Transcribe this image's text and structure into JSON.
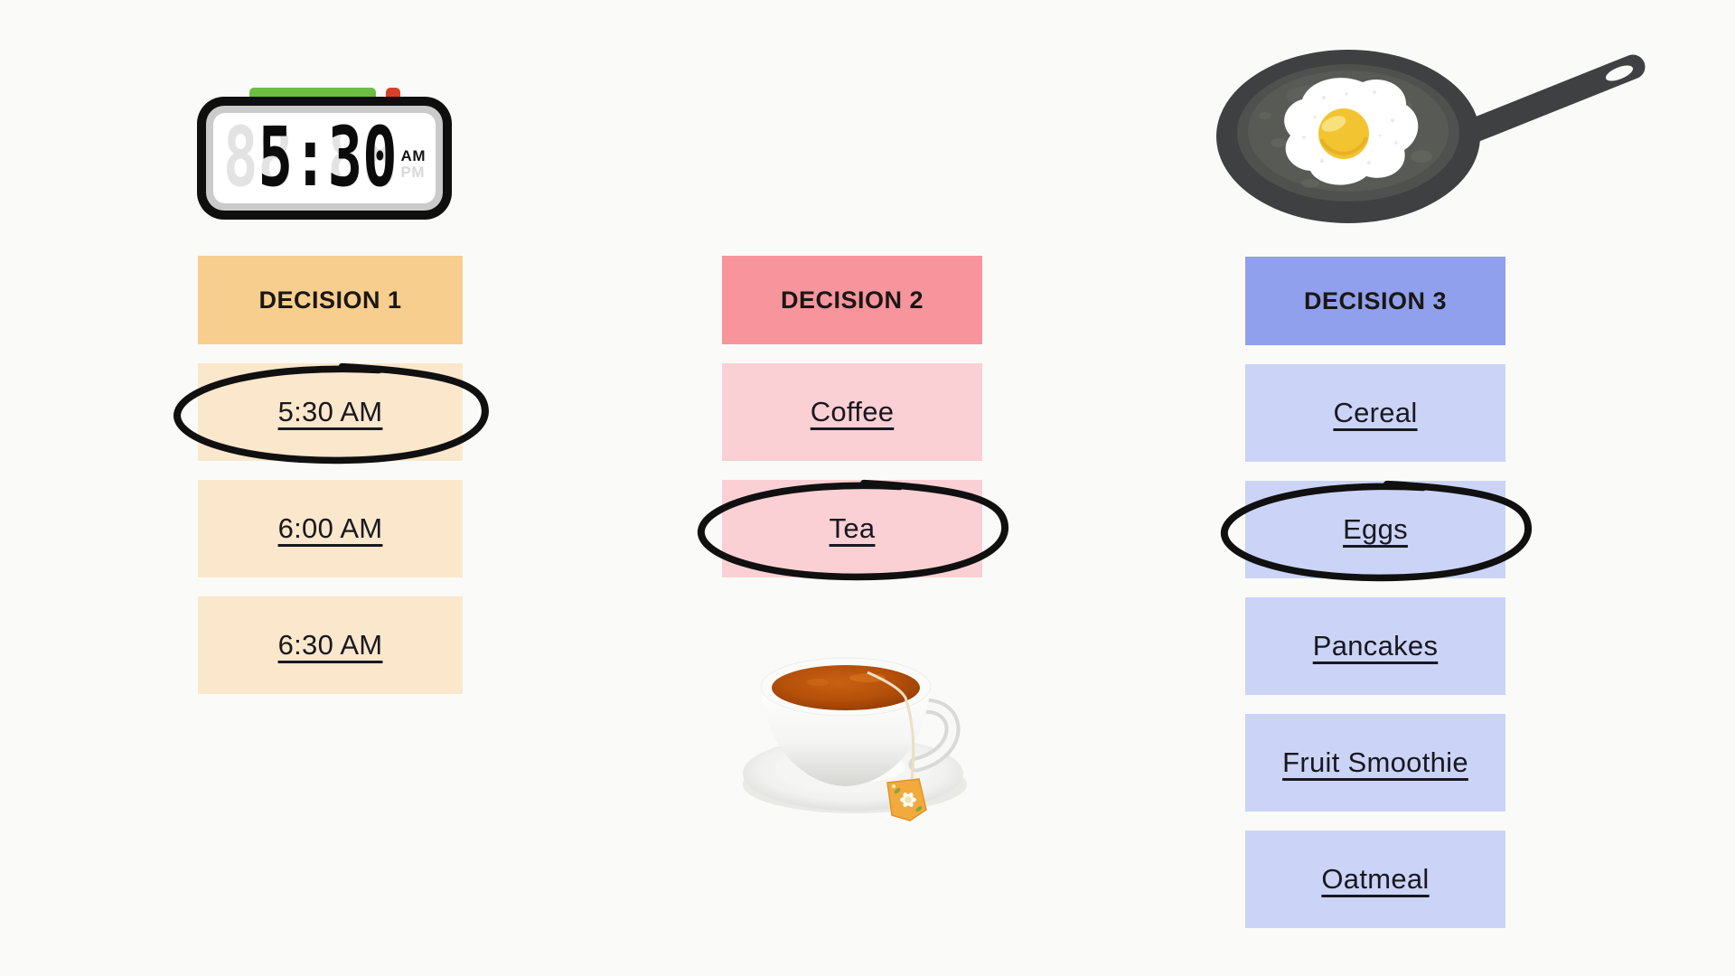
{
  "palette": {
    "background": "#FAFBF8",
    "ink": "#111111",
    "circle_ink": "#101010"
  },
  "clock": {
    "display_time": " 5:30",
    "ghost_digits": "88:88",
    "meridiem_selected": "AM",
    "meridiem_unselected": "PM",
    "button_green": "#6CBE45",
    "button_red": "#D6402B"
  },
  "illustrations": {
    "clock": "digital-alarm-clock-showing-5-30-am",
    "pan": "frying-pan-with-fried-egg",
    "teacup": "cup-of-tea-with-teabag-tag"
  },
  "columns": [
    {
      "id": "decision-1",
      "header": "DECISION 1",
      "header_bg": "#F8CE8E",
      "item_bg": "#FBE7CB",
      "items": [
        {
          "label": "5:30 AM",
          "circled": true
        },
        {
          "label": "6:00 AM",
          "circled": false
        },
        {
          "label": "6:30 AM",
          "circled": false
        }
      ]
    },
    {
      "id": "decision-2",
      "header": "DECISION 2",
      "header_bg": "#F8949C",
      "item_bg": "#FBD0D4",
      "items": [
        {
          "label": "Coffee",
          "circled": false
        },
        {
          "label": "Tea",
          "circled": true
        }
      ]
    },
    {
      "id": "decision-3",
      "header": "DECISION 3",
      "header_bg": "#90A0EC",
      "item_bg": "#CBD4F7",
      "items": [
        {
          "label": "Cereal",
          "circled": false
        },
        {
          "label": "Eggs",
          "circled": true
        },
        {
          "label": "Pancakes",
          "circled": false
        },
        {
          "label": "Fruit Smoothie",
          "circled": false
        },
        {
          "label": "Oatmeal",
          "circled": false
        }
      ]
    }
  ]
}
